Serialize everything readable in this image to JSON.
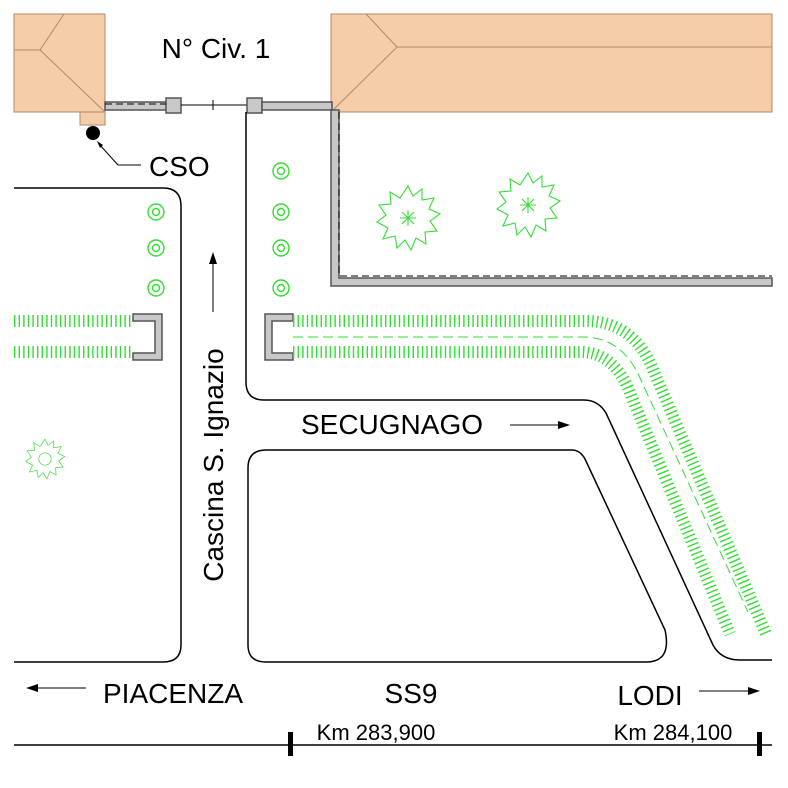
{
  "labels": {
    "civic_number": "N° Civ. 1",
    "cso": "CSO",
    "side_road": "Cascina S. Ignazio",
    "secugnago": "SECUGNAGO",
    "piacenza": "PIACENZA",
    "ss9": "SS9",
    "lodi": "LODI",
    "km_left": "Km 283,900",
    "km_right": "Km 284,100"
  },
  "colors": {
    "building": "#f5cda8",
    "building_edge": "#b08a6a",
    "vegetation": "#33dd33",
    "wall": "#c8c8c8",
    "line": "#000000"
  },
  "icons": {
    "cso_marker": "filled-dot",
    "direction_arrows": "arrow-left, arrow-right, arrow-up"
  }
}
